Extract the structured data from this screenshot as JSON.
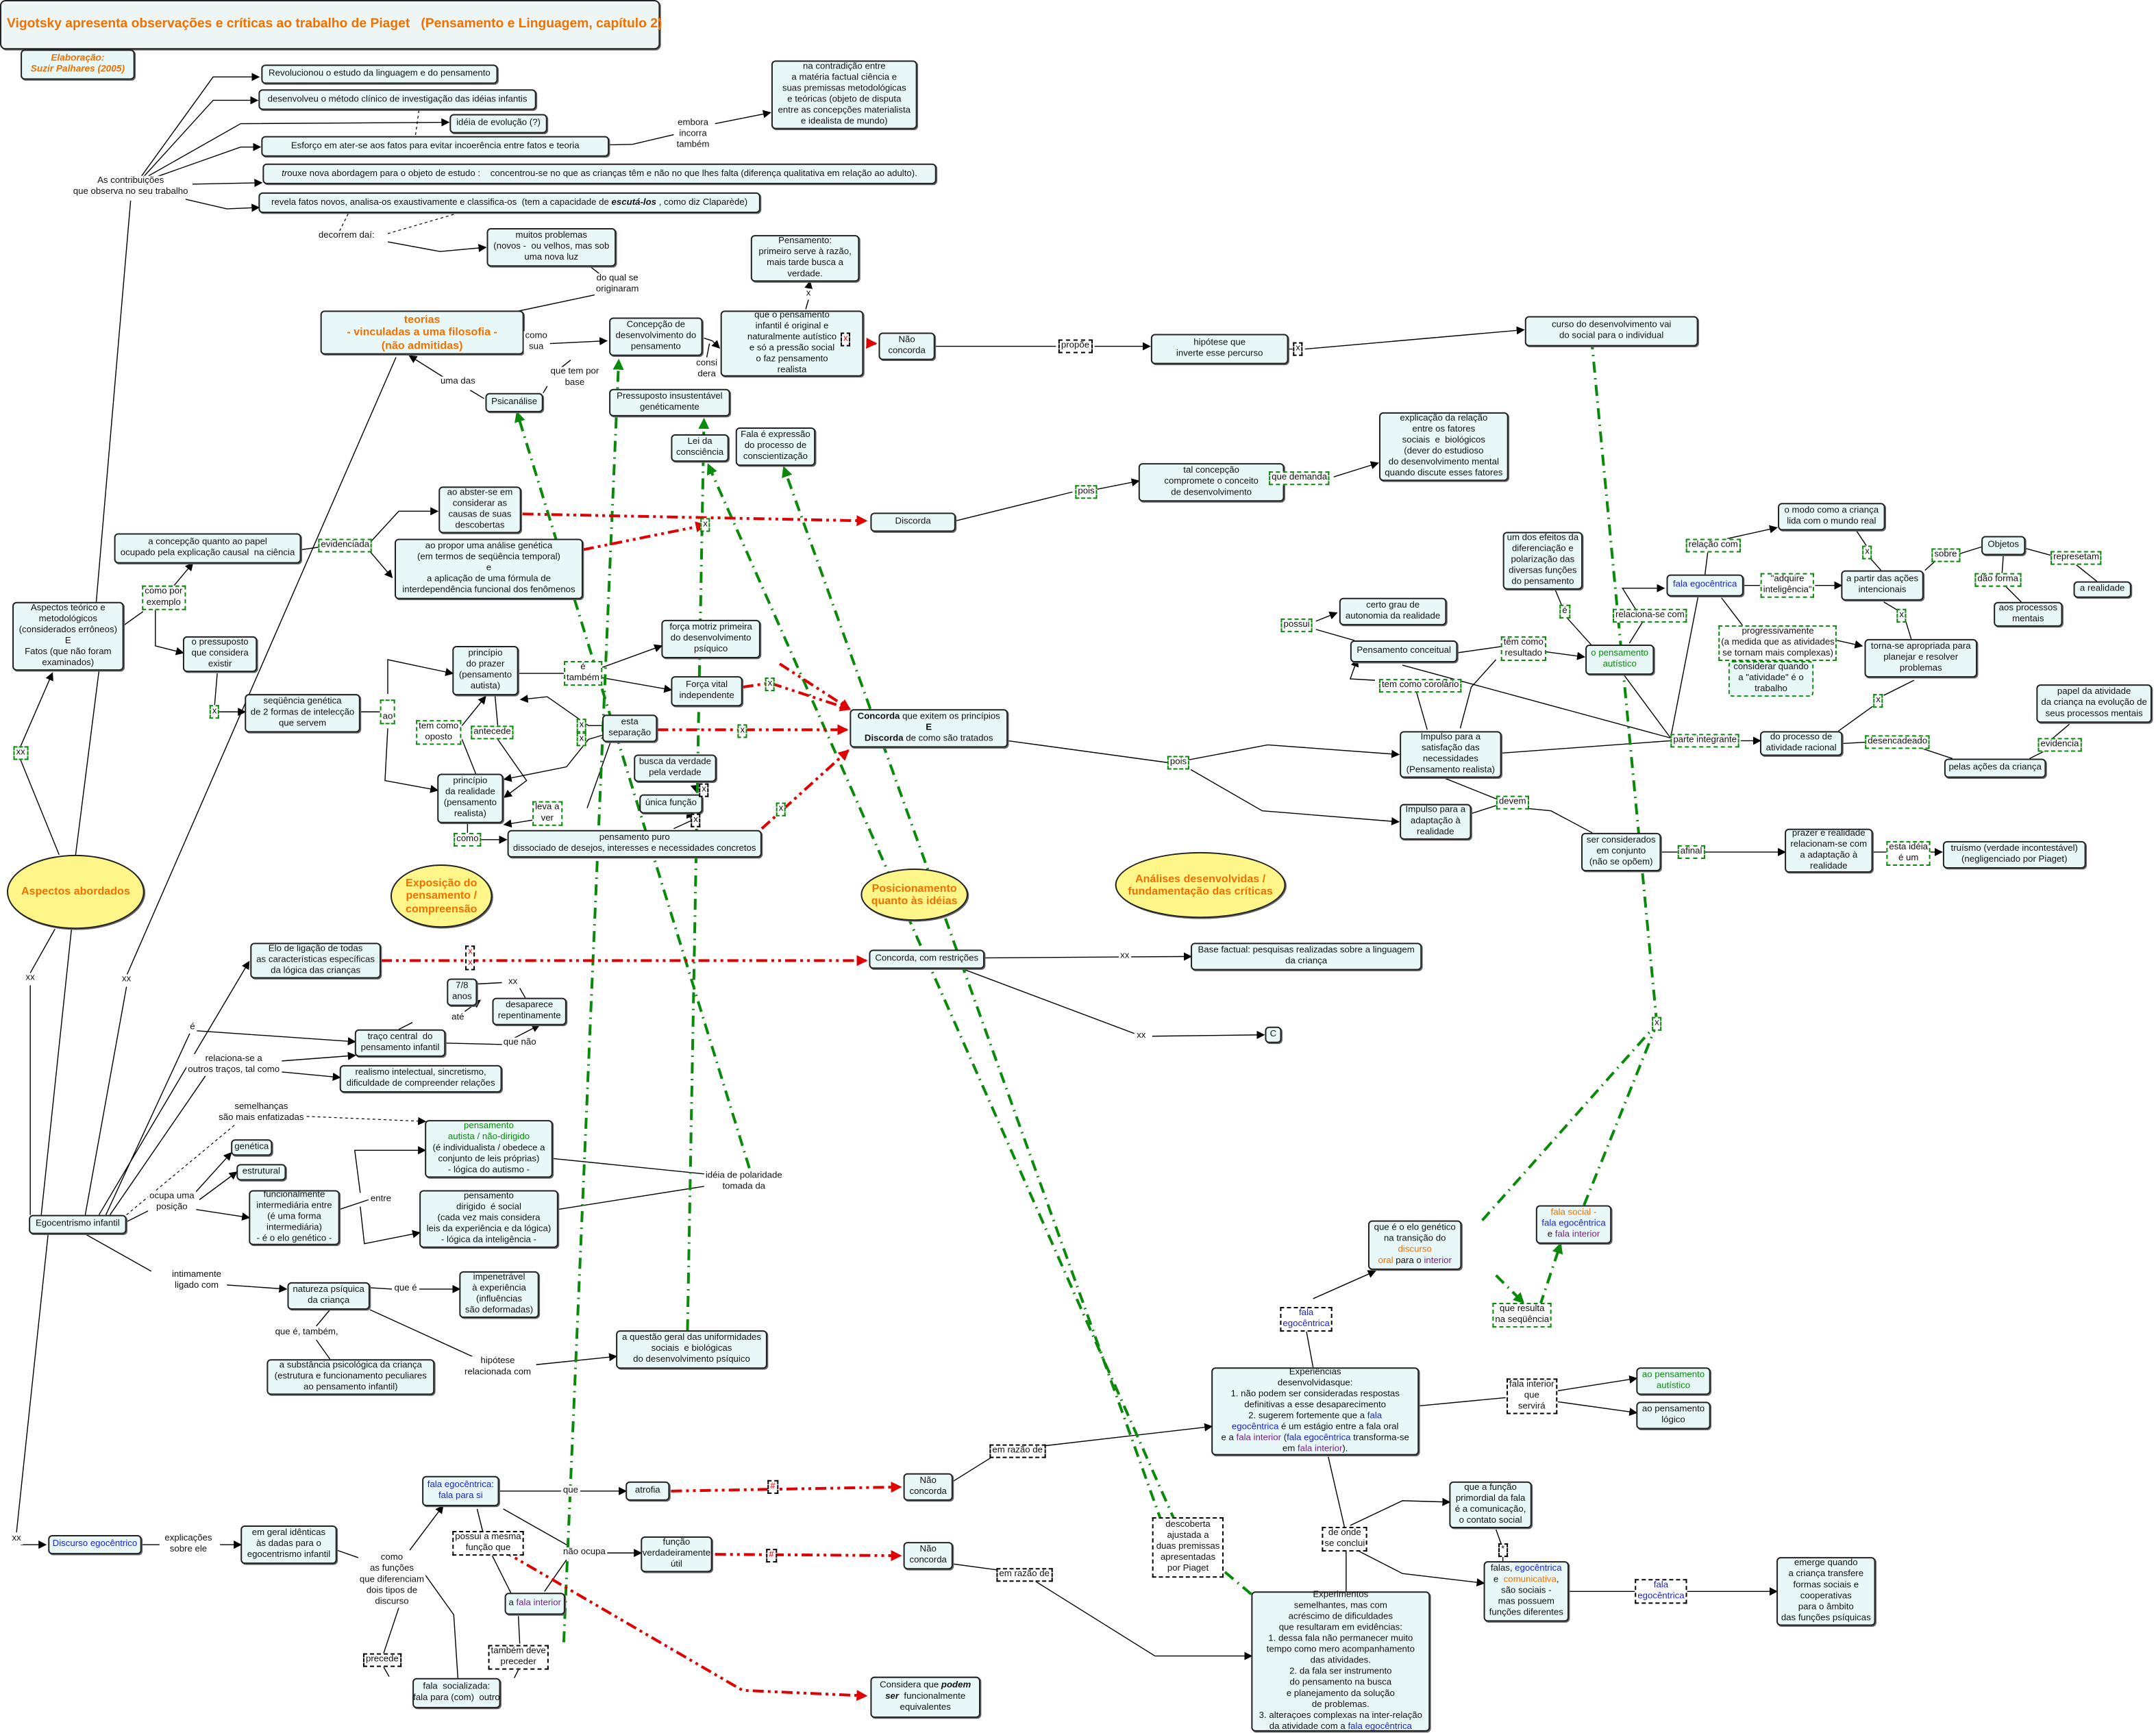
{
  "colors": {
    "accent_orange": "#f07000",
    "node_bg": "#e8f8f8",
    "ellipse_bg": "#fff68a",
    "red_link": "#e00000",
    "green_link": "#0a8a0a",
    "fala_egocentrica": "#1a22d8",
    "fala_interior": "#7a1f8a"
  },
  "nodes": {
    "title": "Vigotsky apresenta observações e críticas ao trabalho de Piaget   (Pensamento e Linguagem, capítulo 2)",
    "author": "Elaboração:\nSuzir Palhares (2005)",
    "rev": "Revolucionou o estudo da linguagem e do pensamento",
    "dev": "desenvolveu o método clínico de investigação das idéias infantis",
    "evo": "idéia de evolução (?)",
    "esf": "Esforço em ater-se aos fatos para evitar incoerência entre fatos e teoria",
    "trouxe": [
      {
        "text": "tr",
        "italic": true
      },
      {
        "text": "ouxe nova abordagem para o objeto de estudo :    concentrou-se no que as crianças têm e não no que lhes falta (diferença qualitativa em relação ao adulto)."
      }
    ],
    "revela": [
      {
        "text": "revela fatos novos, analisa-os exaustivamente e classifica-os  (tem a capacidade de "
      },
      {
        "text": "escutá-los",
        "bold": true,
        "italic": true
      },
      {
        "text": " , como diz Claparède)"
      }
    ],
    "contradicao": "na contradição entre\na matéria factual ciência e\nsuas premissas metodológicas\ne teóricas (objeto de disputa\nentre as concepções materialista\ne idealista de mundo)",
    "problemas": "muitos problemas\n(novos -  ou velhos, mas sob\numa nova luz",
    "teorias": "teorias\n- vinculadas a uma filosofia -\n(não admitidas)",
    "concepcao": "Concepção de\ndesenvolvimento do\npensamento",
    "infantil": "que o pensamento\ninfantil é original e\nnaturalmente autístico\ne só a pressão social\no faz pensamento\nrealista",
    "razao": "Pensamento:\nprimeiro serve à razão,\nmais tarde busca a\nverdade.",
    "nc1": "Não\nconcorda",
    "hipotese": "hipótese que\ninverte esse percurso",
    "curso": "curso do desenvolvimento vai\ndo social para o individual",
    "psica": "Psicanálise",
    "pressup": "Pressuposto insustentável\ngenéticamente",
    "lei": "Lei da\nconsciência",
    "fala_expr": "Fala é expressão\ndo processo de\nconscientização",
    "abster": "ao abster-se em\nconsiderar as\ncausas de suas\ndescobertas",
    "propor": "ao propor uma análise genética\n(em termos de seqüência temporal)\ne\na aplicação de uma fórmula de\ninterdependência funcional dos fenômenos",
    "discorda": "Discorda",
    "tal": "tal concepção\ncompromete o conceito\nde desenvolvimento",
    "explic": "explicação da relação\nentre os fatores\nsociais  e  biológicos\n(dever do estudioso\ndo desenvolvimento mental\nquando discute esses fatores",
    "papel_exp": "a concepção quanto ao papel\nocupado pela explicação causal  na ciência",
    "aspectos_t": "Aspectos teórico e\nmetodológicos\n(considerados errôneos)\nE\nFatos (que não foram\nexaminados)",
    "pressuposto": "o pressuposto\nque considera\nexistir",
    "seq": "seqüência genética\nde 2 formas de intelecção\nque servem",
    "prazer": "princípio\ndo prazer\n(pensamento\nautista)",
    "realidade": "princípio\nda realidade\n(pensamento\nrealista)",
    "separacao": "esta\nseparação",
    "motriz": "força motriz primeira\ndo desenvolvimento\npsíquico",
    "vital": "Força vital\nindependente",
    "concorda": [
      {
        "text": "Concorda",
        "bold": true
      },
      {
        "text": " que exitem os princípios\n"
      },
      {
        "text": "E",
        "bold": true
      },
      {
        "text": "\n"
      },
      {
        "text": "Discorda",
        "bold": true
      },
      {
        "text": " de como são tratados"
      }
    ],
    "busca": "busca da verdade\npela verdade",
    "unica": "única função",
    "puro": "pensamento puro\ndissociado de desejos, interesses e necessidades concretos",
    "conceitual": "Pensamento conceitual",
    "autonomia": "certo grau de\nautonomia da realidade",
    "efeitos": "um dos efeitos da\ndiferenciação e\npolarização das\ndiversas funções\ndo pensamento",
    "autistico": "o pensamento\nautístico",
    "falaego": "fala egocêntrica",
    "partir": "a partir das ações\nintencionais",
    "modo": "o modo como a criança\nlida com o mundo real",
    "objetos": "Objetos",
    "arealidade": "a realidade",
    "processos": "aos processos\nmentais",
    "torna": "torna-se apropriada para\nplanejar e resolver\nproblemas",
    "considerar": "considerar quando\na \"atividade\" é o\ntrabalho",
    "papel_atv": "papel da atividade\nda criança na evolução de\nseus processos mentais",
    "pelas": "pelas ações da criança",
    "processo": "do processo de\natividade racional",
    "satisf": "Impulso para a\nsatisfação das\nnecessidades\n(Pensamento realista)",
    "adapt": "Impulso para a\nadaptação à\nrealidade",
    "conjunto": "ser considerados\nem conjunto\n(não se opõem)",
    "prazer_real": "prazer e realidade\nrelacionam-se com\na adaptação à\nrealidade",
    "truismo": "truísmo (verdade incontestável)\n(negligenciado por Piaget)",
    "elo": "Elo de ligação de todas\nas características específicas\nda lógica das crianças",
    "restricoes": "Concorda, com restrições",
    "base": "Base factual: pesquisas realizadas sobre a linguagem\nda criança",
    "c": "C",
    "anos": "7/8\nanos",
    "desaparece": "desaparece\nrepentinamente",
    "traco": "traço central  do\npensamento infantil",
    "realismo": "realismo intelectual, sincretismo,\ndificuldade de compreender relações",
    "autista": [
      {
        "text": "pensamento\nautista / não-dirigido",
        "color": "#0a8a0a"
      },
      {
        "text": "\n(é individualista / obedece a\nconjunto de leis próprias)\n- lógica do autismo -"
      }
    ],
    "dirigido": "pensamento\ndirigido  é social\n(cada vez mais considera\nleis da experiência e da lógica)\n- lógica da inteligência -",
    "genetica": "genética",
    "estrutural": "estrutural",
    "funcional": "funcionalmente\nintermediária entre\n(é uma forma\nintermediária)\n- é o elo genético -",
    "ego_inf": "Egocentrismo infantil",
    "natureza": "natureza psíquica\nda criança",
    "impenet": "impenetrável\nà experiência\n(influências\nsão deformadas)",
    "substancia": "a substância psicológica da criança\n(estrutura e funcionamento peculiares\nao pensamento infantil)",
    "questao": "a questão geral das uniformidades\nsociais  e biológicas\ndo desenvolvimento psíquico",
    "discurso": "Discurso egocêntrico",
    "identicas": "em geral idênticas\nàs dadas para o\negocentrismo infantil",
    "parasi": "fala egocêntrica:\nfala para si",
    "atrofia": "atrofia",
    "nc2": "Não\nconcorda",
    "util": "função\nverdadeiramente\nútil",
    "nc3": "Não\nconcorda",
    "interior": [
      {
        "text": "a "
      },
      {
        "text": "fala interior",
        "color": "#7a1f8a"
      }
    ],
    "socializada": "fala  socializada:\nfala para (com)  outro",
    "equivalentes": [
      {
        "text": "Considera que "
      },
      {
        "text": "podem\nser",
        "bold": true,
        "italic": true
      },
      {
        "text": "  funcionalmente\nequivalentes"
      }
    ],
    "experiencias": [
      {
        "text": "Experiências\ndesenvolvidasque:\n1. não podem ser consideradas respostas\ndefinitivas a esse desaparecimento\n2. sugerem fortemente que a "
      },
      {
        "text": "fala\negocêntrica",
        "color": "#1a22d8"
      },
      {
        "text": " é um estágio entre a fala oral\ne a "
      },
      {
        "text": "fala interior",
        "color": "#7a1f8a"
      },
      {
        "text": " ("
      },
      {
        "text": "fala egocêntrica",
        "color": "#1a22d8"
      },
      {
        "text": " transforma-se\nem "
      },
      {
        "text": "fala interior",
        "color": "#7a1f8a"
      },
      {
        "text": ")."
      }
    ],
    "pa": "ao pensamento\nautístico",
    "pl": "ao pensamento\nlógico",
    "elo_gen": [
      {
        "text": "que é o elo genético\nna transição do\n"
      },
      {
        "text": "discurso",
        "color": "#f07000"
      },
      {
        "text": "\n"
      },
      {
        "text": "oral",
        "color": "#f07000"
      },
      {
        "text": " para o "
      },
      {
        "text": "interior",
        "color": "#7a1f8a"
      }
    ],
    "falasocial": [
      {
        "text": "fala social -",
        "color": "#f07000"
      },
      {
        "text": "\n"
      },
      {
        "text": "fala egocêntrica",
        "color": "#1a22d8"
      },
      {
        "text": "\ne "
      },
      {
        "text": "fala interior",
        "color": "#7a1f8a"
      }
    ],
    "primordial": "que a função\nprimordial da fala\né a comunicação,\no contato social",
    "falas": [
      {
        "text": "falas, "
      },
      {
        "text": "egocêntrica",
        "color": "#1a22d8"
      },
      {
        "text": "\ne  "
      },
      {
        "text": "comunicativa",
        "color": "#f07000"
      },
      {
        "text": ",\nsão sociais -\nmas possuem\nfunções diferentes"
      }
    ],
    "emerge": "emerge quando\na criança transfere\nformas sociais e\ncooperativas\npara o âmbito\ndas funções psíquicas",
    "experimentos": [
      {
        "text": "Experimentos\nsemelhantes, mas com\nacréscimo de dificuldades\nque resultaram em evidências:\n1. dessa fala não permanecer muito\ntempo como mero acompanhamento\ndas atividades.\n2. da fala ser instrumento\ndo pensamento na busca\ne planejamento da solução\nde problemas.\n3. alteraçoes complexas na inter-relação\nda atividade com a "
      },
      {
        "text": "fala egocêntrica",
        "color": "#1a22d8"
      }
    ],
    "asp": "Aspectos abordados",
    "expo": "Exposição do\npensamento /\ncompreensão",
    "pos": "Posicionamento\nquanto às idéias",
    "anal": "Análises desenvolvidas /\nfundamentação das críticas"
  },
  "labels": {
    "contrib": "As contribuições\nque observa no seu trabalho",
    "decorrem": "decorrem daí:",
    "embora": "embora\nincorra\ntambém",
    "doqual": "do qual se\noriginaram",
    "comosua": "como\nsua",
    "consid": "consi\ndera",
    "umadas": "uma das",
    "quetem": "que tem por\nbase",
    "x_razao": "x",
    "x_nc1": "x",
    "propoe": "propõe",
    "x_curso": "x",
    "evid": "evidenciada",
    "comopor": "como por\nexemplo",
    "x_pres": "x",
    "ao": "\nao\n",
    "etambem": "é\ntambém",
    "temoposto": "tem como\noposto",
    "antecede": "antecede",
    "x_sep1": "x",
    "x_sep2": "x",
    "leva": "leva a\nver",
    "como_r": "como",
    "x_unica": "x",
    "x_busca": "x",
    "x_red1": "x",
    "x_red2": "x",
    "x_red3": "x",
    "x_red4": "x",
    "pois1": "pois",
    "demanda": "que demanda",
    "pois2": "pois",
    "possui": "possui",
    "temres": "têm como\nresultado",
    "corolario": "tem como corolário",
    "e_efe": "é",
    "relaciona": "relaciona-se com",
    "relacao": "relação com",
    "adquire": "\"adquire\ninteligência\"",
    "x_modo": "x",
    "sobre": "sobre",
    "daoforma": "dão forma",
    "represetam": "represetam",
    "x_partir": "x",
    "progress": "progressivamente\n(a medida que as atividades\nse tornam mais complexas)",
    "x_torna": "x",
    "parte": "parte integrante",
    "desenc": "desencadeado",
    "evidencia": "evidencia",
    "devem": "devem",
    "afinal": "afinal",
    "estaideia": "esta idéia\né um",
    "xx_asp1": "xx",
    "xx_asp2": "xx",
    "xx_teor": "xx",
    "xx_disc": "xx",
    "x_elo": "x\nx",
    "xx_rest1": "xx",
    "xx_rest2": "xx",
    "e_ego": "é",
    "ate": "até",
    "xx_anos": "xx",
    "quenao": "que não",
    "relacionase": "relaciona-se a\noutros traços, tal como",
    "semelhancas": "semelhanças\nsão mais enfatizadas",
    "ocupa": "ocupa uma\nposição",
    "entre": "entre",
    "polaridade": "idéia de polaridade\ntomada da",
    "intimamente": "intimamente\nligado com",
    "quee": "que é",
    "queetambem": "que é, também,",
    "hipotese_l": "hipótese\nrelacionada com",
    "explicacoes": "explicações\nsobre ele",
    "comoasfuncoes": "como\nas funções\nque diferenciam\ndois tipos de\ndiscurso",
    "que_l": "que",
    "possui_l": "possui a mesma\nfunção que",
    "naoocupa": "não ocupa",
    "tambemdeve": "também deve\npreceder",
    "precede": "precede",
    "hash1": "#",
    "hash2": "#",
    "emrazao1": "em razão de",
    "emrazao2": "em razão de",
    "servira": "fala interior\nque\nservirá",
    "deonde": "de onde\nse conclui",
    "star": "*",
    "falaego_l": "fala\negocêntrica",
    "falaego_l2": "fala\negocêntrica",
    "resulta": "que resulta\nna seqüência",
    "xgreen": "x",
    "descoberta": "descoberta\najustada a\nduas premissas\napresentadas\npor Piaget"
  }
}
